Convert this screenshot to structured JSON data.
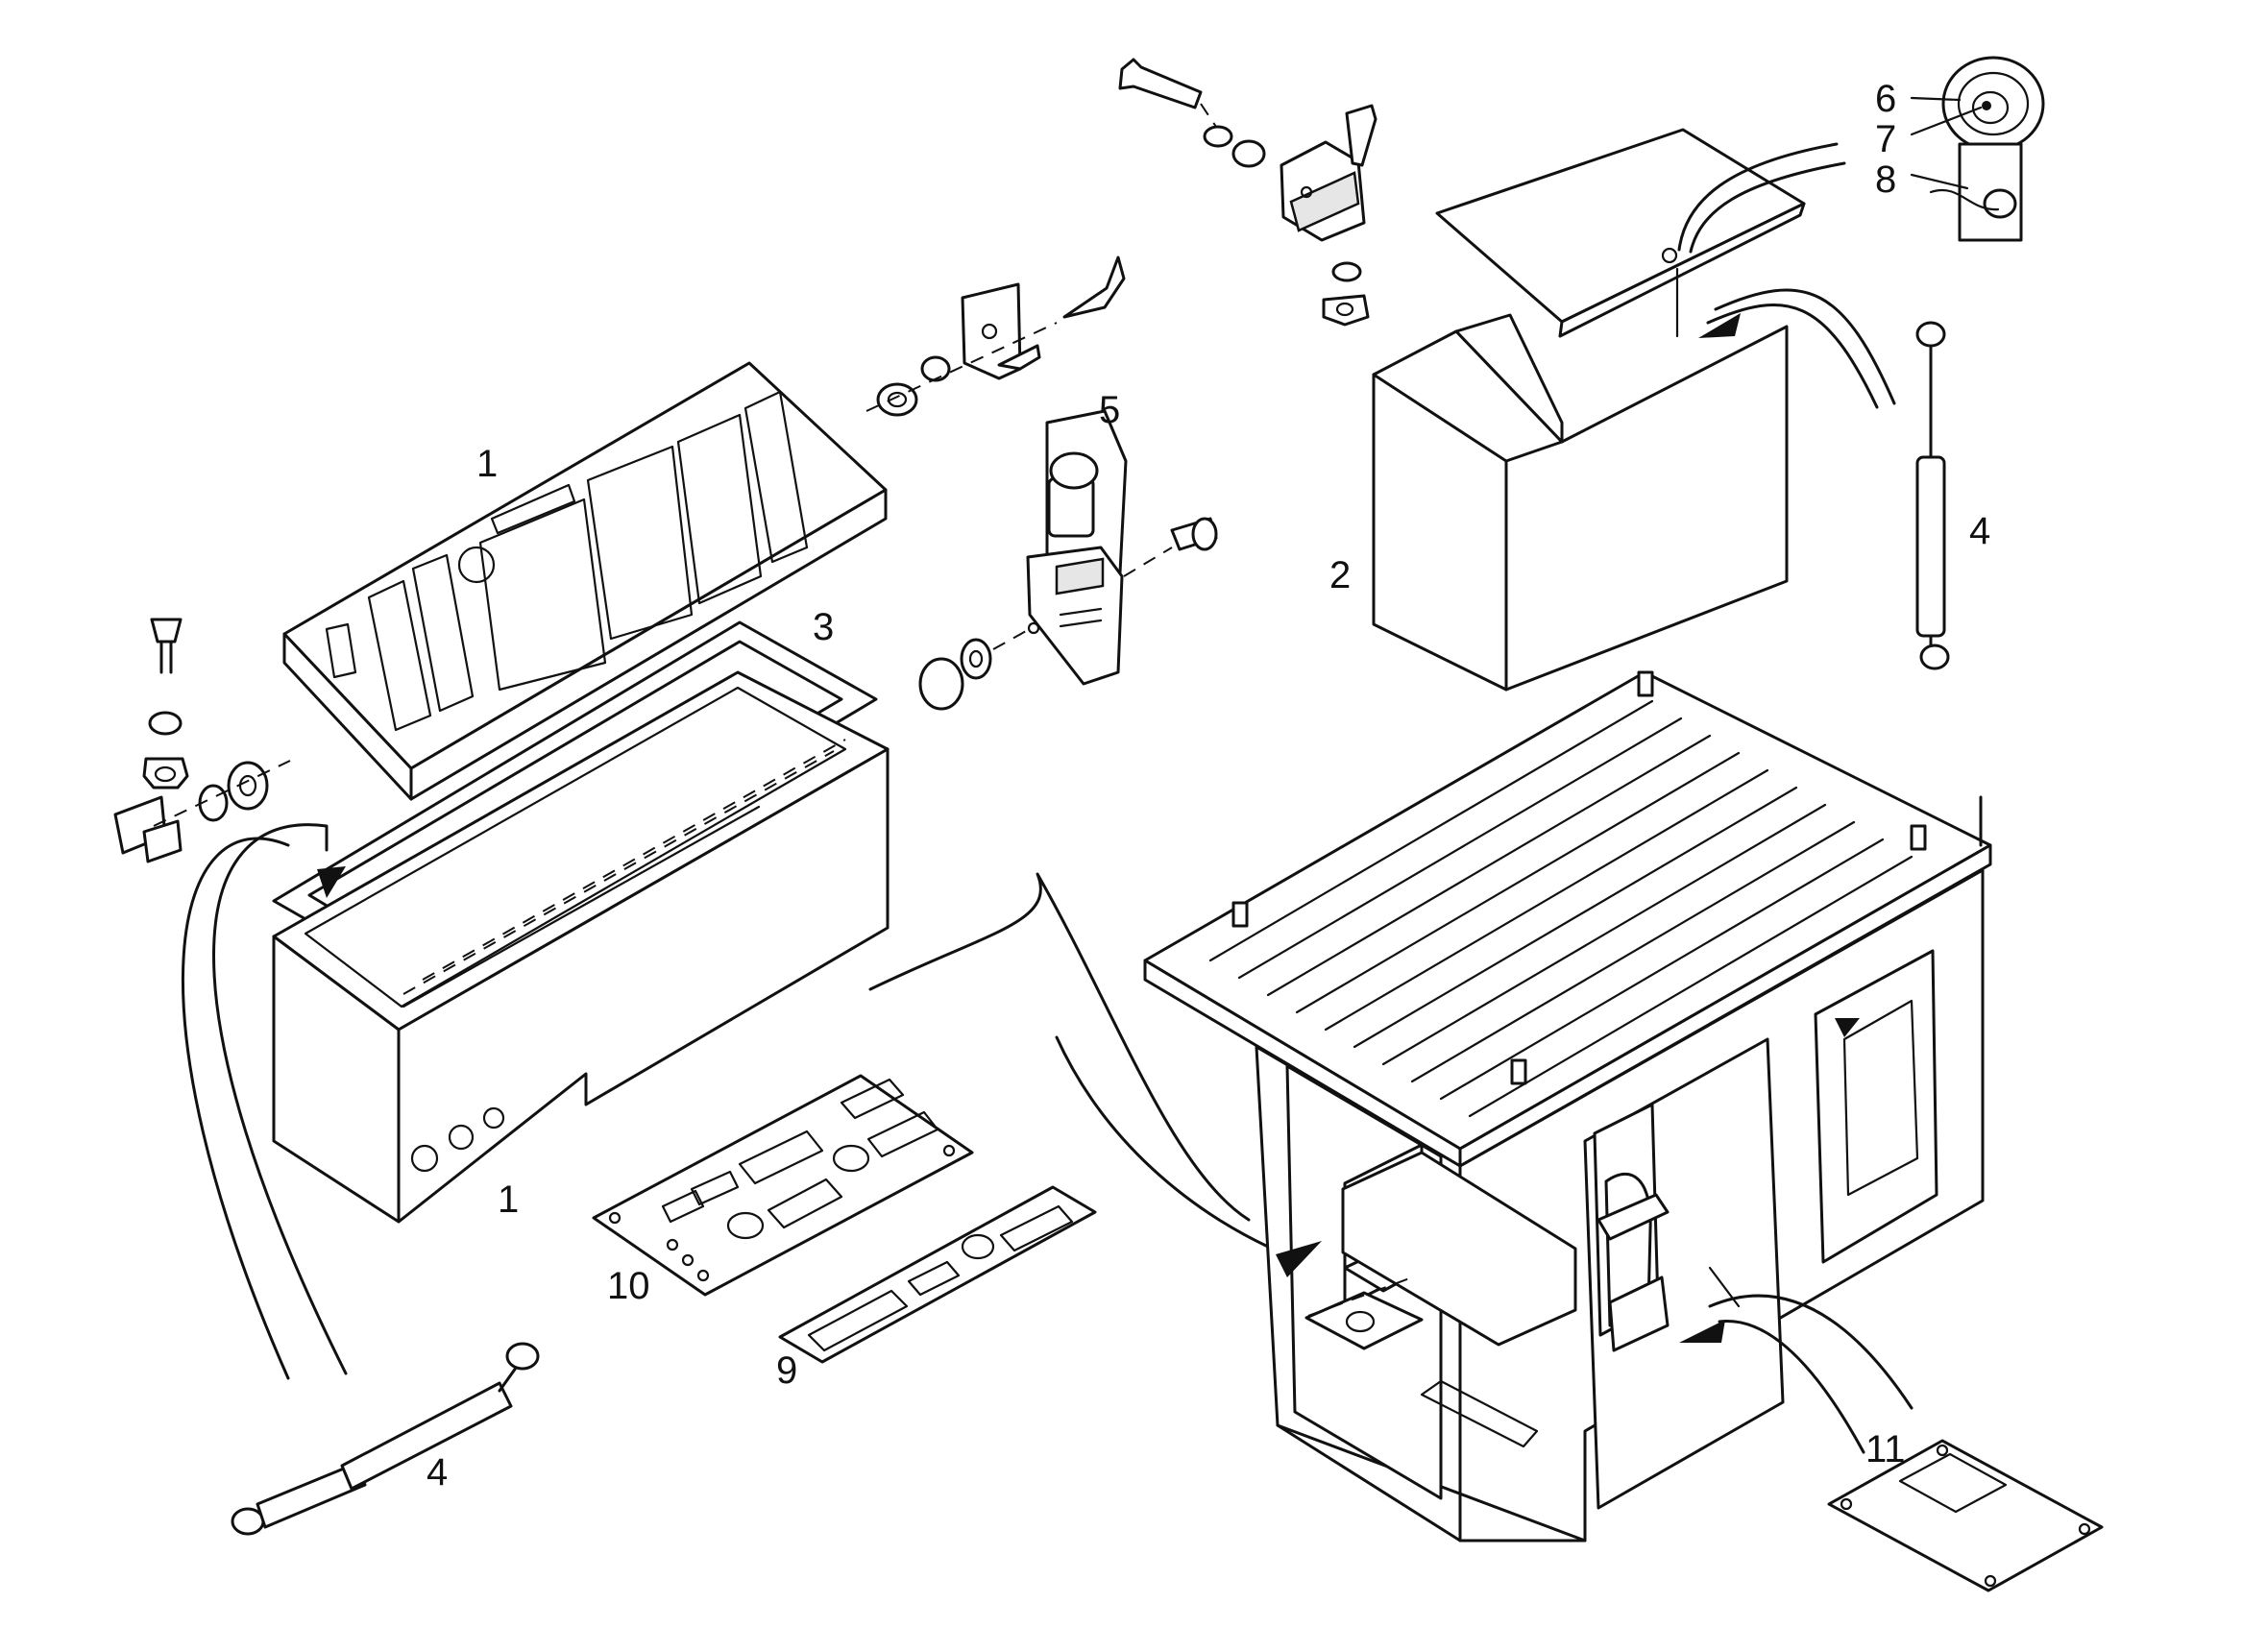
{
  "callouts": {
    "n1_top": "1",
    "n1_bottom": "1",
    "n2": "2",
    "n3": "3",
    "n4_right": "4",
    "n4_bottom": "4",
    "n5": "5",
    "n6": "6",
    "n7": "7",
    "n8": "8",
    "n9": "9",
    "n10": "10",
    "n11": "11"
  }
}
